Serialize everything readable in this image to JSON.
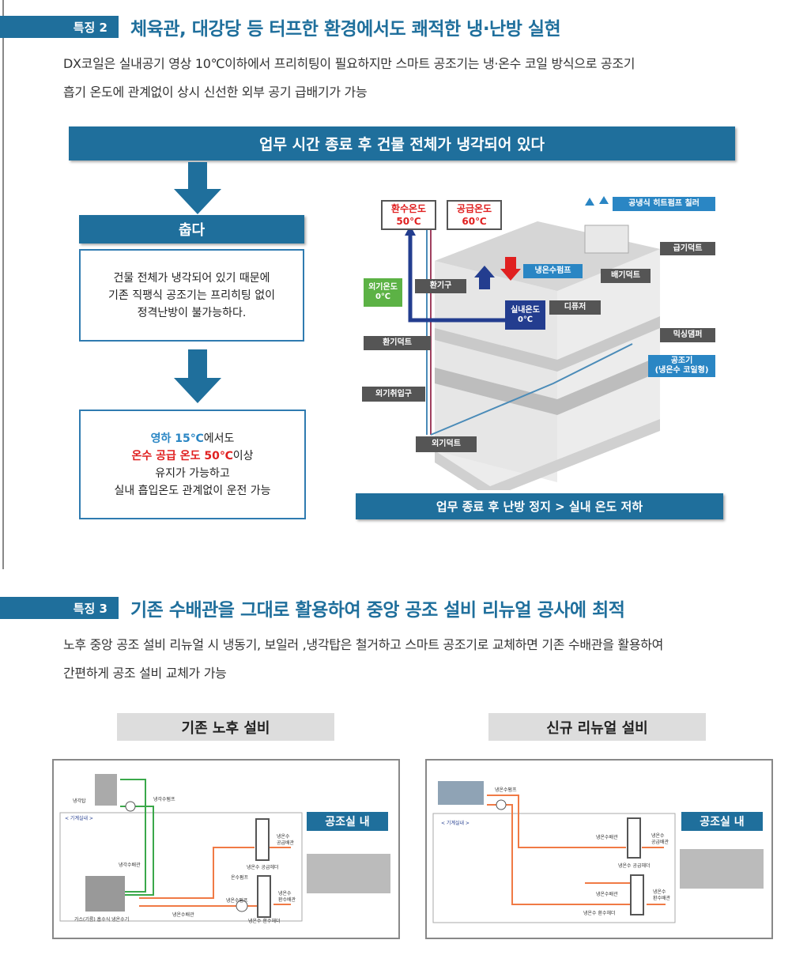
{
  "section2": {
    "tag": "특징 2",
    "title": "체육관, 대강당 등 터프한 환경에서도 쾌적한 냉·난방 실현",
    "body": [
      "DX코일은 실내공기 영상 10℃이하에서 프리히팅이 필요하지만 스마트 공조기는 냉·온수 코일 방식으로 공조기",
      "흡기 온도에 관계없이 상시 신선한 외부 공기 급배기가 가능"
    ],
    "banner": "업무 시간 종료 후 건물 전체가 냉각되어 있다",
    "cold_label": "춥다",
    "box1": [
      "건물 전체가 냉각되어 있기 때문에",
      "기존 직팽식 공조기는 프리히팅 없이",
      "정격난방이 불가능하다."
    ],
    "box2": {
      "line1_hl": "영하 15℃",
      "line1_rest": "에서도",
      "line2_hl": "온수 공급 온도 50℃",
      "line2_rest": "이상",
      "line3": "유지가 가능하고",
      "line4": "실내 흡입온도 관계없이 운전 가능"
    },
    "diagram": {
      "return_temp": [
        "환수온도",
        "50℃"
      ],
      "supply_temp": [
        "공급온도",
        "60℃"
      ],
      "chiller": "공냉식 히트펌프 칠러",
      "supply_duct": "급기덕트",
      "pump": "냉온수펌프",
      "exhaust_duct": "배기덕트",
      "outdoor_temp": [
        "외기온도",
        "0℃"
      ],
      "vent": "환기구",
      "diffuser": "디퓨저",
      "indoor_temp": [
        "실내온도",
        "0℃"
      ],
      "mixing_damper": "믹싱댐퍼",
      "return_duct": "환기덕트",
      "ahu": [
        "공조기",
        "(냉온수 코일형)"
      ],
      "intake": "외기취입구",
      "outdoor_duct": "외기덕트"
    },
    "bottom_banner": "업무 종료 후 난방 정지 > 실내 온도 저하"
  },
  "section3": {
    "tag": "특징 3",
    "title": "기존 수배관을 그대로 활용하여 중앙 공조 설비 리뉴얼 공사에 최적",
    "body": [
      "노후 중앙 공조 설비 리뉴얼 시 냉동기, 보일러 ,냉각탑은 철거하고 스마트 공조기로 교체하면 기존 수배관을 활용하여",
      "간편하게 공조 설비 교체가 가능"
    ],
    "old_label": "기존 노후 설비",
    "new_label": "신규 리뉴얼 설비",
    "old": {
      "room": "공조실 내",
      "machine_room": "< 기계실내 >",
      "tower": "냉각탑",
      "cw_pump": "냉각수펌프",
      "cw_pipe": "냉각수배관",
      "absorber": "가스(기름) 흡수식 냉온수기",
      "hw_pipe": "냉온수배관",
      "supply_header": "냉온수 공급헤더",
      "supply_pipe": [
        "냉온수",
        "공급배관"
      ],
      "hot_pump": "온수펌프",
      "chw_pump": "냉온수펌프",
      "return_pipe": [
        "냉온수",
        "환수배관"
      ],
      "return_header": "냉온수 환수헤더"
    },
    "new": {
      "room": "공조실 내",
      "machine_room": "< 기계실내 >",
      "pump": "냉온수펌프",
      "pipe1": "냉온수배관",
      "supply_header": "냉온수 공급헤더",
      "supply_pipe": [
        "냉온수",
        "공급배관"
      ],
      "pipe2": "냉온수배관",
      "return_pipe": [
        "냉온수",
        "환수배관"
      ],
      "return_header": "냉온수 환수헤더"
    }
  },
  "colors": {
    "accent": "#1f6f9c",
    "red": "#e02020",
    "light_blue": "#2a86c4",
    "orange": "#f07a45",
    "green": "#3aa84a"
  }
}
